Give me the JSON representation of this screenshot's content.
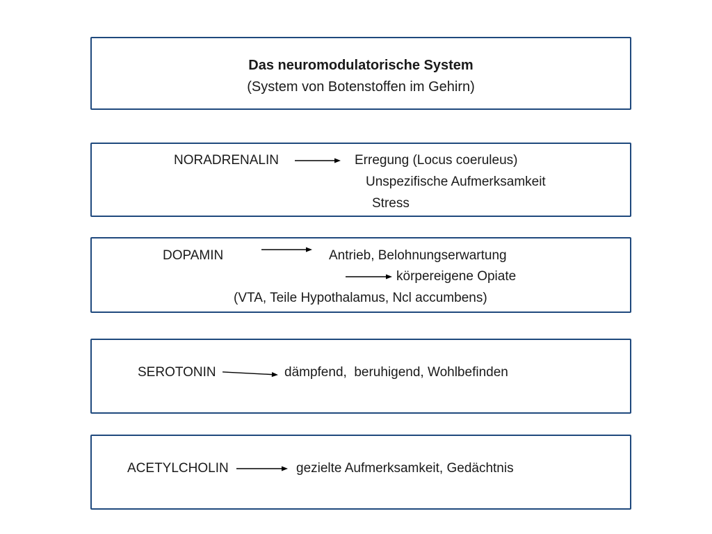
{
  "slide": {
    "title": {
      "line1": "Das neuromodulatorische System",
      "line2": "(System von Botenstoffen im Gehirn)"
    },
    "noradrenalin": {
      "label": "NORADRENALIN",
      "effect1": "Erregung (Locus coeruleus)",
      "effect2": "Unspezifische Aufmerksamkeit",
      "effect3": "Stress"
    },
    "dopamin": {
      "label": "DOPAMIN",
      "effect1": "Antrieb, Belohnungserwartung",
      "effect2": "körpereigene Opiate",
      "source": "(VTA, Teile Hypothalamus, Ncl accumbens)"
    },
    "serotonin": {
      "label": "SEROTONIN",
      "effect1": "dämpfend,  beruhigend, Wohlbefinden"
    },
    "acetylcholin": {
      "label": "ACETYLCHOLIN",
      "effect1": "gezielte Aufmerksamkeit, Gedächtnis"
    },
    "colors": {
      "border": "#1F497D",
      "text": "#1a1a1a"
    }
  }
}
